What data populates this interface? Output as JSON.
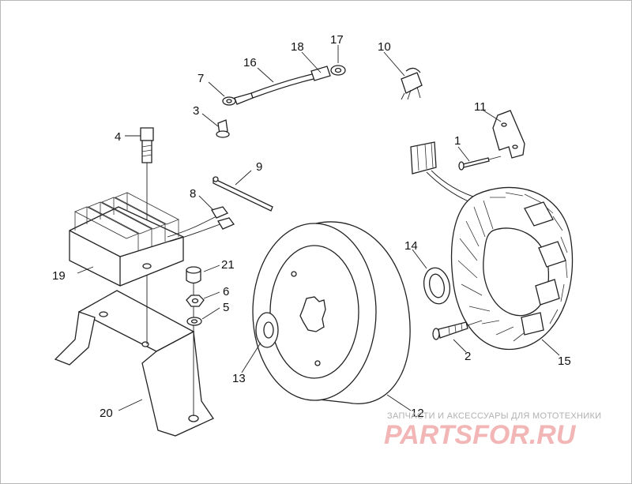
{
  "diagram": {
    "callouts": {
      "c1": "1",
      "c2": "2",
      "c3": "3",
      "c4": "4",
      "c5": "5",
      "c6": "6",
      "c7": "7",
      "c8": "8",
      "c9": "9",
      "c10": "10",
      "c11": "11",
      "c12": "12",
      "c13": "13",
      "c14": "14",
      "c15": "15",
      "c16": "16",
      "c17": "17",
      "c18": "18",
      "c19": "19",
      "c20": "20",
      "c21": "21"
    }
  },
  "watermark": {
    "tagline": "ЗАПЧАСТИ И АКСЕССУАРЫ ДЛЯ МОТОТЕХНИКИ",
    "brand": "PARTSFOR.RU"
  },
  "colors": {
    "line": "#222222",
    "background": "#ffffff",
    "watermark_brand": "#f2b6b6",
    "watermark_tagline": "#b0b0b0"
  }
}
